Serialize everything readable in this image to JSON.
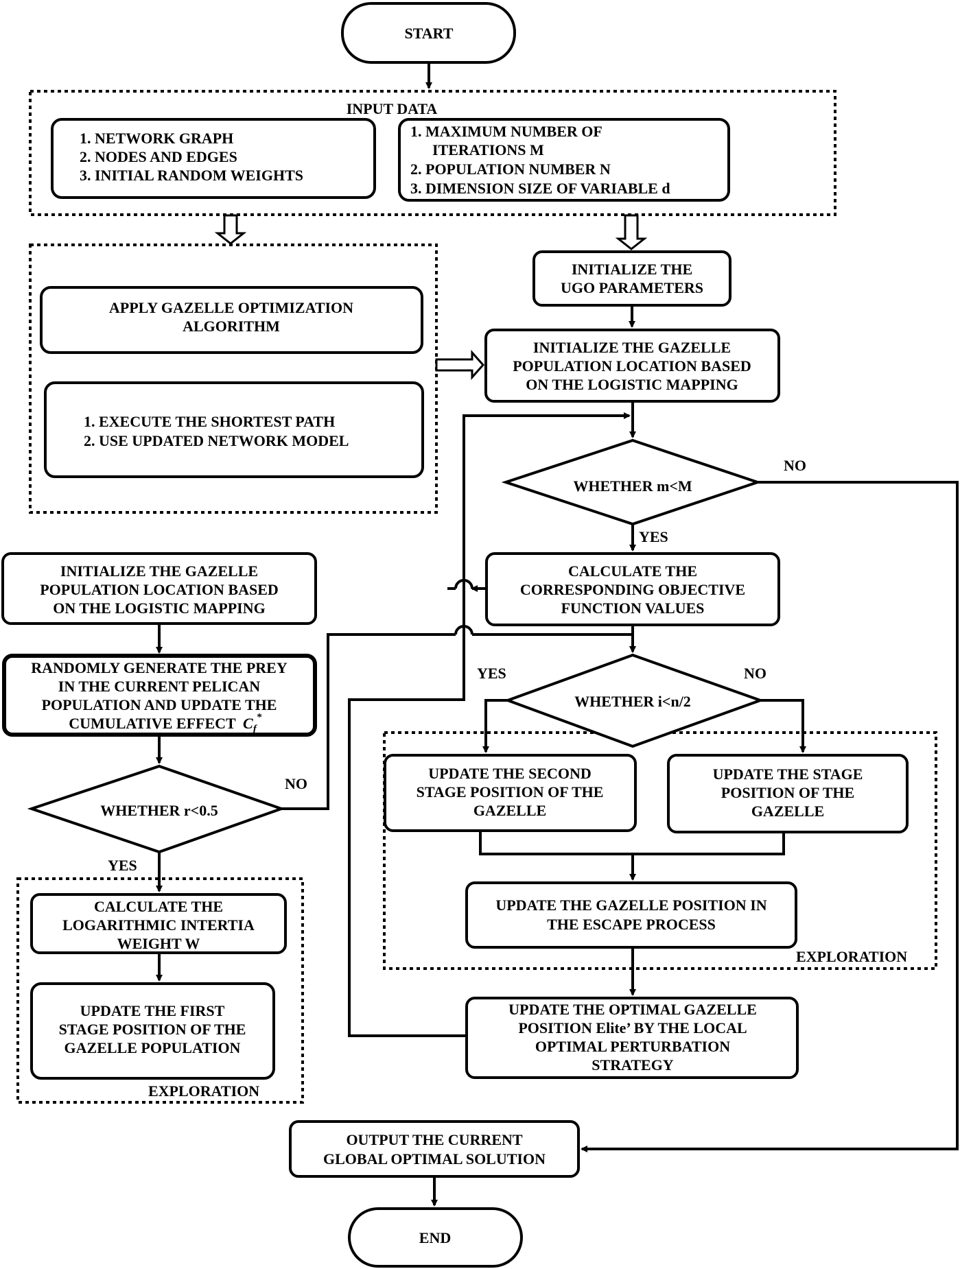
{
  "start": "START",
  "end": "END",
  "input": {
    "title": "INPUT DATA",
    "left_items": [
      "1.  NETWORK GRAPH",
      "2.  NODES AND EDGES",
      "3.  INITIAL RANDOM WEIGHTS"
    ],
    "right_items": [
      "1.  MAXIMUM NUMBER OF",
      "ITERATIONS M",
      "2.  POPULATION NUMBER N",
      "3.  DIMENSION SIZE OF VARIABLE d"
    ]
  },
  "left_top": {
    "apply_goa": [
      "APPLY GAZELLE OPTIMIZATION",
      "ALGORITHM"
    ],
    "execute": [
      "1.  EXECUTE THE SHORTEST PATH",
      "2.  USE UPDATED NETWORK MODEL"
    ]
  },
  "init_ugo": [
    "INITIALIZE THE",
    "UGO PARAMETERS"
  ],
  "init_pop_right": [
    "INITIALIZE THE GAZELLE",
    "POPULATION LOCATION BASED",
    "ON THE LOGISTIC MAPPING"
  ],
  "decision_m": "WHETHER m<M",
  "calc_obj": [
    "CALCULATE THE",
    "CORRESPONDING OBJECTIVE",
    "FUNCTION VALUES"
  ],
  "init_pop_left": [
    "INITIALIZE THE GAZELLE",
    "POPULATION LOCATION BASED",
    "ON THE LOGISTIC MAPPING"
  ],
  "random_prey": [
    "RANDOMLY GENERATE THE PREY",
    "IN THE CURRENT PELICAN",
    "POPULATION AND UPDATE THE",
    "CUMULATIVE EFFECT"
  ],
  "cf_symbol": "C",
  "cf_sub": "f",
  "cf_sup": "*",
  "decision_r": "WHETHER r<0.5",
  "calc_weight": [
    "CALCULATE THE",
    "LOGARITHMIC INTERTIA",
    "WEIGHT W"
  ],
  "update_first": [
    "UPDATE THE FIRST",
    "STAGE POSITION OF THE",
    "GAZELLE POPULATION"
  ],
  "decision_i": "WHETHER i<n/2",
  "update_second": [
    "UPDATE THE SECOND",
    "STAGE POSITION OF THE",
    "GAZELLE"
  ],
  "update_stage": [
    "UPDATE THE STAGE",
    "POSITION OF THE",
    "GAZELLE"
  ],
  "update_escape": [
    "UPDATE THE GAZELLE POSITION IN",
    "THE ESCAPE PROCESS"
  ],
  "update_optimal": [
    "UPDATE THE OPTIMAL GAZELLE",
    "POSITION Elite’ BY THE LOCAL",
    "OPTIMAL PERTURBATION",
    "STRATEGY"
  ],
  "output": [
    "OUTPUT THE CURRENT",
    "GLOBAL OPTIMAL SOLUTION"
  ],
  "labels": {
    "yes": "YES",
    "no": "NO",
    "exploration": "EXPLORATION"
  }
}
